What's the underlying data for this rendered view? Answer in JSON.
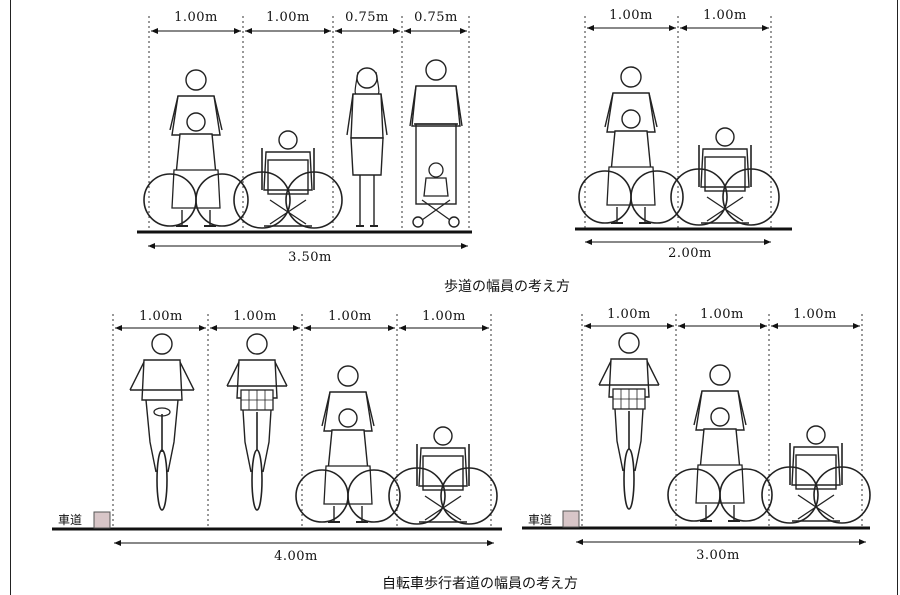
{
  "sidewalk": {
    "left_panel": {
      "widths": [
        "1.00m",
        "1.00m",
        "0.75m",
        "0.75m"
      ],
      "total": "3.50m"
    },
    "right_panel": {
      "widths": [
        "1.00m",
        "1.00m"
      ],
      "total": "2.00m"
    },
    "caption": "歩道の幅員の考え方"
  },
  "bike_path": {
    "left_panel": {
      "road_label": "車道",
      "widths": [
        "1.00m",
        "1.00m",
        "1.00m",
        "1.00m"
      ],
      "total": "4.00m"
    },
    "right_panel": {
      "road_label": "車道",
      "widths": [
        "1.00m",
        "1.00m",
        "1.00m"
      ],
      "total": "3.00m"
    },
    "caption": "自転車歩行者道の幅員の考え方"
  },
  "figures": [
    "person-pushing-wheelchair",
    "wheelchair-user",
    "pedestrian-woman",
    "person-pushing-stroller",
    "cyclist-back",
    "cyclist-front"
  ]
}
